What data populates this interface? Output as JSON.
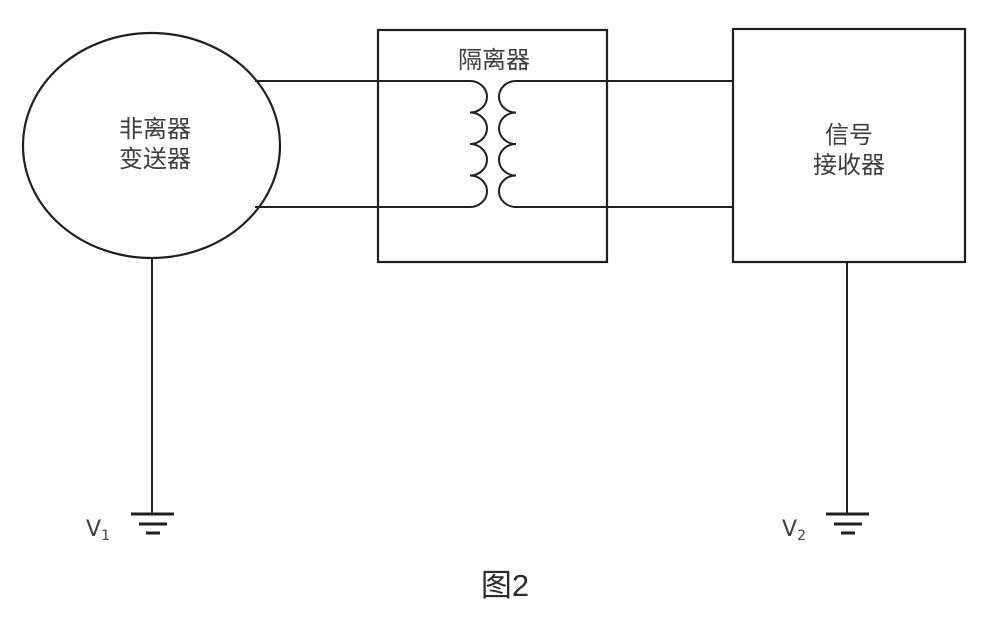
{
  "diagram": {
    "transmitter": {
      "label_line1": "非离器",
      "label_line2": "变送器"
    },
    "isolator": {
      "label": "隔离器"
    },
    "receiver": {
      "label_line1": "信号",
      "label_line2": "接收器"
    },
    "ground_left": {
      "label_main": "V",
      "label_sub": "1"
    },
    "ground_right": {
      "label_main": "V",
      "label_sub": "2"
    },
    "caption": "图2"
  },
  "colors": {
    "line": "#1f1f1f",
    "text": "#3d3d3d",
    "background": "#ffffff"
  }
}
